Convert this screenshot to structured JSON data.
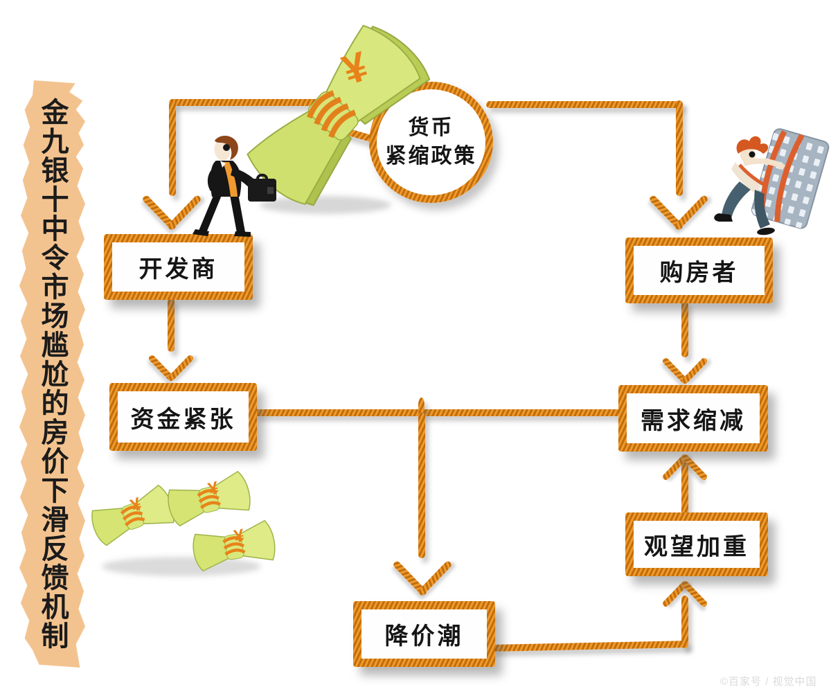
{
  "banner": {
    "text": "金九银十中令市场尴尬的房价下滑反馈机制"
  },
  "diagram": {
    "policy_circle": {
      "line1": "货币",
      "line2": "紧缩政策"
    },
    "boxes": {
      "developer": "开发商",
      "buyer": "购房者",
      "capital_tight": "资金紧张",
      "demand_shrink": "需求缩减",
      "wait_and_see": "观望加重",
      "price_cut": "降价潮"
    },
    "edges": [
      {
        "from": "货币紧缩政策",
        "to": "开发商"
      },
      {
        "from": "货币紧缩政策",
        "to": "购房者"
      },
      {
        "from": "开发商",
        "to": "资金紧张"
      },
      {
        "from": "购房者",
        "to": "需求缩减"
      },
      {
        "from": "资金紧张",
        "to": "降价潮"
      },
      {
        "from": "需求缩减",
        "to": "降价潮"
      },
      {
        "from": "降价潮",
        "to": "观望加重"
      },
      {
        "from": "观望加重",
        "to": "需求缩减"
      }
    ]
  },
  "illustrations": {
    "currency_symbol": "¥",
    "money_bundle_large": "banknote-bundle-tied-with-rope",
    "money_bundles_small": "three-small-banknote-bundles",
    "businessman": "developer-with-briefcase",
    "house_carrier": "man-carrying-apartment-building"
  },
  "colors": {
    "rope": "#E8891F",
    "rope_dark": "#BF6E0E",
    "banner_bg": "#F3C38F",
    "banknote": "#D9E87C",
    "text": "#1A1A1A"
  },
  "watermark": "©百家号 / 视觉中国"
}
